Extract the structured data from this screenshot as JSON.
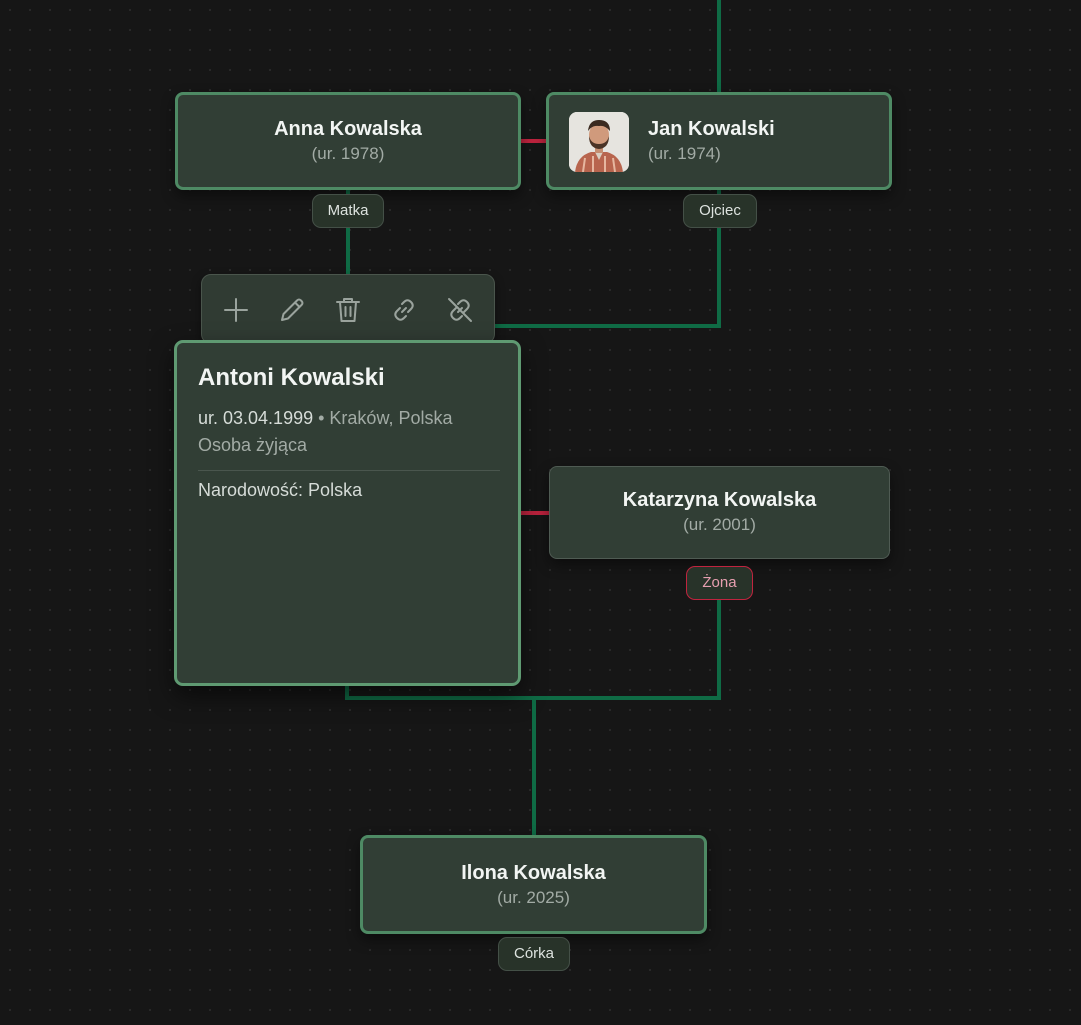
{
  "people": {
    "anna": {
      "name": "Anna Kowalska",
      "born": "(ur. 1978)",
      "role": "Matka"
    },
    "jan": {
      "name": "Jan Kowalski",
      "born": "(ur. 1974)",
      "role": "Ojciec"
    },
    "katarzyna": {
      "name": "Katarzyna Kowalska",
      "born": "(ur. 2001)",
      "role": "Żona"
    },
    "ilona": {
      "name": "Ilona Kowalska",
      "born": "(ur. 2025)",
      "role": "Córka"
    }
  },
  "selected": {
    "name": "Antoni Kowalski",
    "birth_date": "ur. 03.04.1999",
    "birth_place": "Kraków, Polska",
    "status": "Osoba żyjąca",
    "nationality": "Narodowość: Polska"
  },
  "toolbar": {
    "icons": [
      "plus-icon",
      "pencil-icon",
      "trash-icon",
      "link-icon",
      "unlink-icon"
    ]
  },
  "colors": {
    "parent_line": "#0f6b45",
    "spouse_line": "#c0243f",
    "card_bg": "#313e35",
    "card_border": "#4e8a64"
  }
}
